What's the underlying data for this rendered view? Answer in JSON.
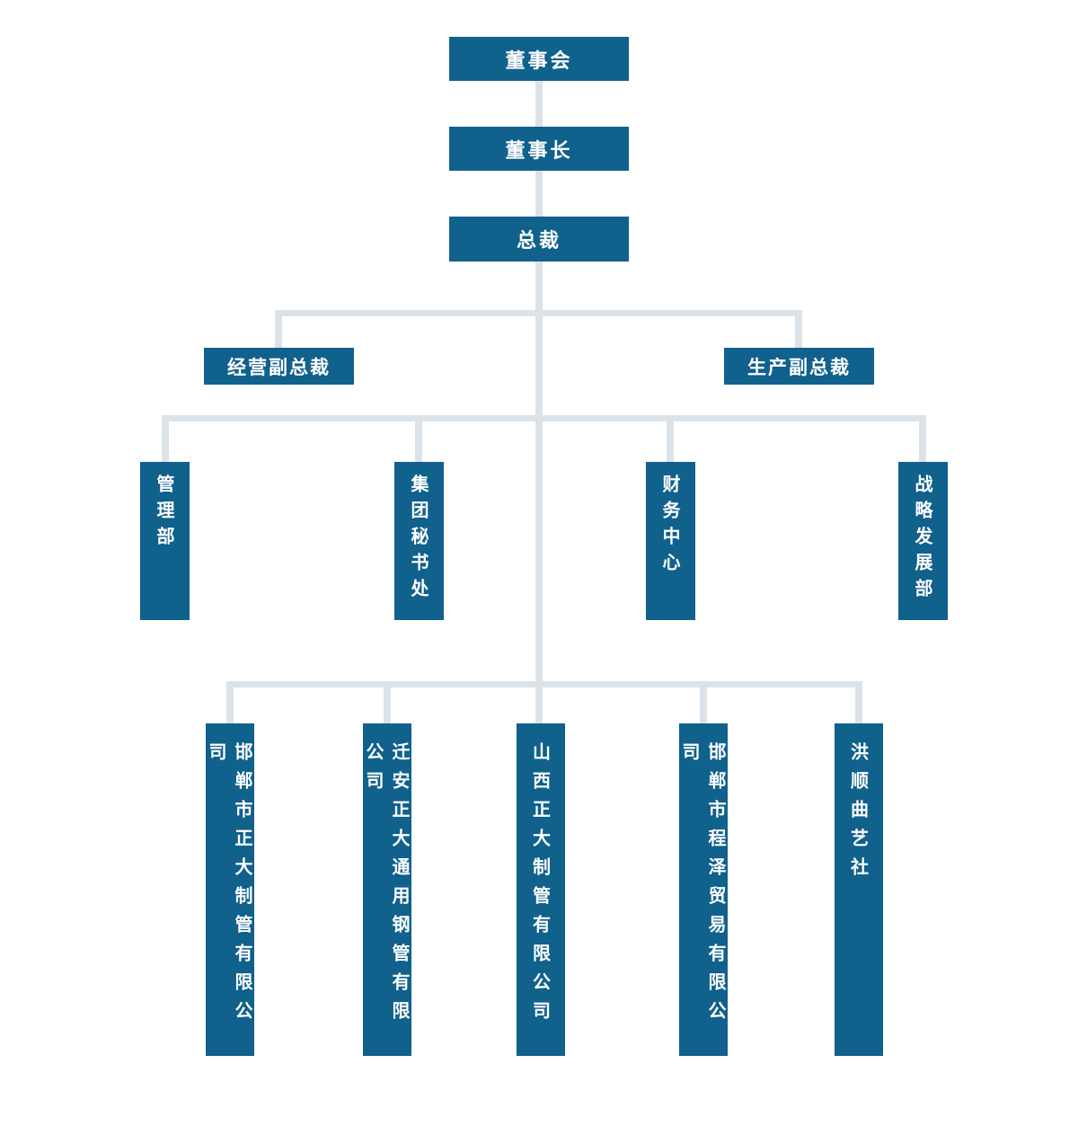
{
  "colors": {
    "box": "#10618c",
    "connector": "#dce3e8",
    "text": "#ffffff",
    "background": "#ffffff"
  },
  "nodes": {
    "board": "董事会",
    "chairman": "董事长",
    "president": "总裁",
    "vp_operations": "经营副总裁",
    "vp_production": "生产副总裁",
    "dept_management": "管理部",
    "dept_secretariat": "集团秘书处",
    "dept_finance": "财务中心",
    "dept_strategy": "战略发展部",
    "subsidiary_1": "邯郸市正大制管有限公司",
    "subsidiary_2": "迁安正大通用钢管有限公司",
    "subsidiary_3": "山西正大制管有限公司",
    "subsidiary_4": "邯郸市程泽贸易有限公司",
    "subsidiary_5": "洪顺曲艺社"
  },
  "hierarchy": {
    "edges": [
      [
        "董事会",
        "董事长"
      ],
      [
        "董事长",
        "总裁"
      ],
      [
        "总裁",
        "经营副总裁"
      ],
      [
        "总裁",
        "生产副总裁"
      ],
      [
        "总裁",
        "管理部"
      ],
      [
        "总裁",
        "集团秘书处"
      ],
      [
        "总裁",
        "财务中心"
      ],
      [
        "总裁",
        "战略发展部"
      ],
      [
        "总裁",
        "邯郸市正大制管有限公司"
      ],
      [
        "总裁",
        "迁安正大通用钢管有限公司"
      ],
      [
        "总裁",
        "山西正大制管有限公司"
      ],
      [
        "总裁",
        "邯郸市程泽贸易有限公司"
      ],
      [
        "总裁",
        "洪顺曲艺社"
      ]
    ]
  }
}
